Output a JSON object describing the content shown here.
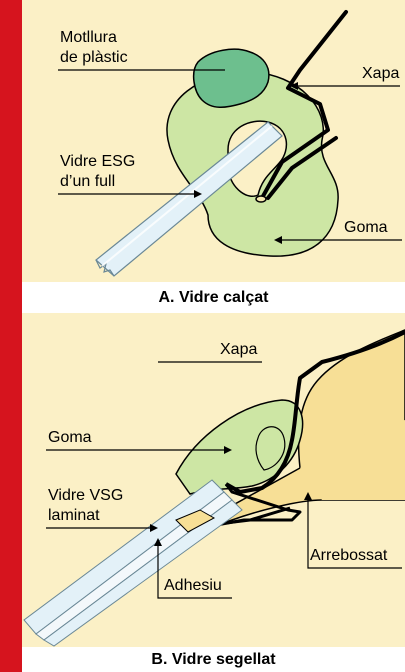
{
  "colors": {
    "stripe": "#d6141e",
    "panel_bg": "#fbf0c6",
    "rubber_green": "#cde6a4",
    "molding_green": "#6dbf8e",
    "putty_yellow": "#f7df96",
    "glass_blue": "#e3f1f8",
    "metal_black": "#000000"
  },
  "panel_a": {
    "labels": {
      "motllura_line1": "Motllura",
      "motllura_line2": "de plàstic",
      "xapa": "Xapa",
      "vidre_line1": "Vidre ESG",
      "vidre_line2": "d’un full",
      "goma": "Goma"
    },
    "caption": "A. Vidre calçat"
  },
  "panel_b": {
    "labels": {
      "xapa": "Xapa",
      "goma": "Goma",
      "vidre_line1": "Vidre VSG",
      "vidre_line2": "laminat",
      "arrebossat": "Arrebossat",
      "adhesiu": "Adhesiu"
    },
    "caption": "B. Vidre segellat"
  }
}
